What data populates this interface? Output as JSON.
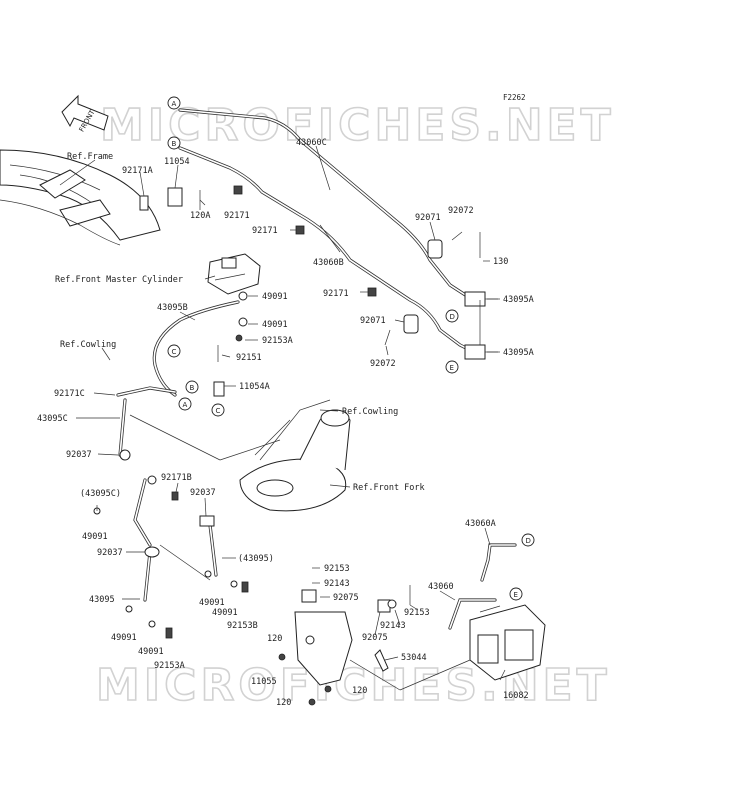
{
  "figure_number": "F2262",
  "watermark": "MICROFICHES.NET",
  "front_arrow_label": "FRONT",
  "circle_markers": [
    "A",
    "B",
    "C",
    "D",
    "E"
  ],
  "labels": [
    {
      "id": "ref-frame",
      "text": "Ref.Frame"
    },
    {
      "id": "p92171a",
      "text": "92171A"
    },
    {
      "id": "p11054",
      "text": "11054"
    },
    {
      "id": "p120a",
      "text": "120A"
    },
    {
      "id": "p92171-1",
      "text": "92171"
    },
    {
      "id": "p43060c",
      "text": "43060C"
    },
    {
      "id": "p92071-1",
      "text": "92071"
    },
    {
      "id": "p92072-1",
      "text": "92072"
    },
    {
      "id": "p92171-2",
      "text": "92171"
    },
    {
      "id": "p43060b",
      "text": "43060B"
    },
    {
      "id": "p130",
      "text": "130"
    },
    {
      "id": "ref-front-master-cylinder",
      "text": "Ref.Front Master Cylinder"
    },
    {
      "id": "p92171-3",
      "text": "92171"
    },
    {
      "id": "p43095a-1",
      "text": "43095A"
    },
    {
      "id": "p49091-1",
      "text": "49091"
    },
    {
      "id": "p43095b",
      "text": "43095B"
    },
    {
      "id": "p49091-2",
      "text": "49091"
    },
    {
      "id": "p92071-2",
      "text": "92071"
    },
    {
      "id": "p92153a-1",
      "text": "92153A"
    },
    {
      "id": "ref-cowling-1",
      "text": "Ref.Cowling"
    },
    {
      "id": "p92151",
      "text": "92151"
    },
    {
      "id": "p43095a-2",
      "text": "43095A"
    },
    {
      "id": "p92072-2",
      "text": "92072"
    },
    {
      "id": "p11054a",
      "text": "11054A"
    },
    {
      "id": "p92171c",
      "text": "92171C"
    },
    {
      "id": "ref-cowling-2",
      "text": "Ref.Cowling"
    },
    {
      "id": "p43095c",
      "text": "43095C"
    },
    {
      "id": "p92037-1",
      "text": "92037"
    },
    {
      "id": "p92171b",
      "text": "92171B"
    },
    {
      "id": "ref-front-fork",
      "text": "Ref.Front Fork"
    },
    {
      "id": "p43095c-paren",
      "text": "(43095C)"
    },
    {
      "id": "p92037-2",
      "text": "92037"
    },
    {
      "id": "p49091-3",
      "text": "49091"
    },
    {
      "id": "p43060a",
      "text": "43060A"
    },
    {
      "id": "p92037-3",
      "text": "92037"
    },
    {
      "id": "p43095-paren",
      "text": "(43095)"
    },
    {
      "id": "p92153-1",
      "text": "92153"
    },
    {
      "id": "p92143-1",
      "text": "92143"
    },
    {
      "id": "p43060",
      "text": "43060"
    },
    {
      "id": "p43095",
      "text": "43095"
    },
    {
      "id": "p49091-4",
      "text": "49091"
    },
    {
      "id": "p92075-1",
      "text": "92075"
    },
    {
      "id": "p49091-5",
      "text": "49091"
    },
    {
      "id": "p92153b",
      "text": "92153B"
    },
    {
      "id": "p92153-2",
      "text": "92153"
    },
    {
      "id": "p49091-6",
      "text": "49091"
    },
    {
      "id": "p92143-2",
      "text": "92143"
    },
    {
      "id": "p92075-2",
      "text": "92075"
    },
    {
      "id": "p49091-7",
      "text": "49091"
    },
    {
      "id": "p120-1",
      "text": "120"
    },
    {
      "id": "p53044",
      "text": "53044"
    },
    {
      "id": "p92153a-2",
      "text": "92153A"
    },
    {
      "id": "p11055",
      "text": "11055"
    },
    {
      "id": "p120-2",
      "text": "120"
    },
    {
      "id": "p16082",
      "text": "16082"
    },
    {
      "id": "p120-3",
      "text": "120"
    }
  ]
}
